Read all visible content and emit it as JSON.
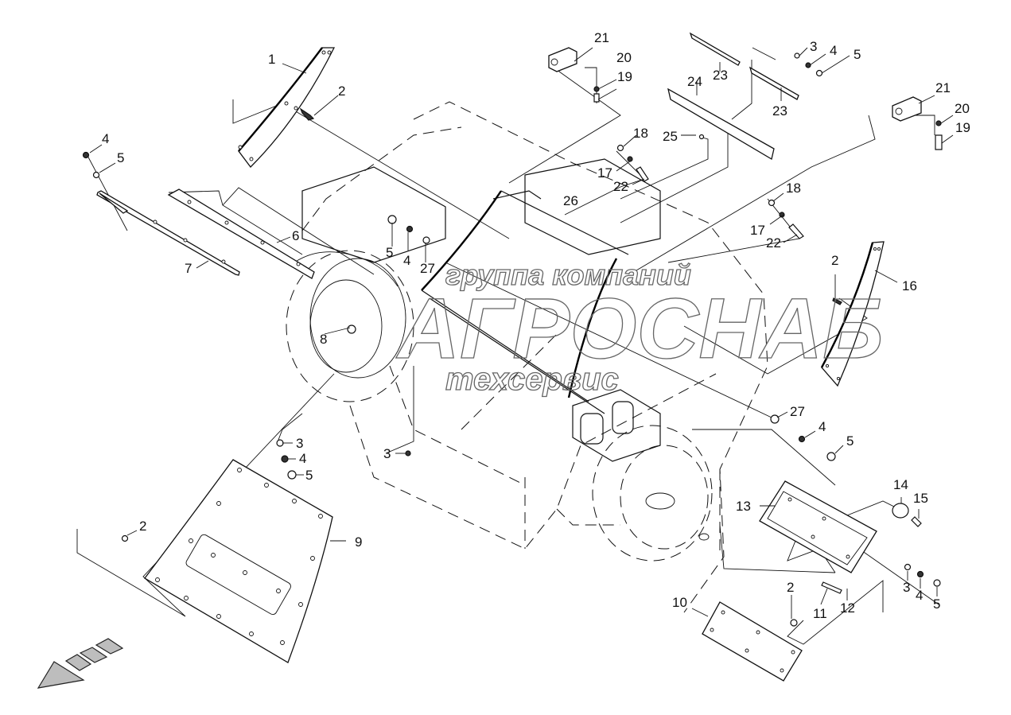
{
  "diagram": {
    "title": "Exploded parts diagram – chassis panels and fasteners",
    "watermark": {
      "line1": "группа компаний",
      "line2": "АГРОСНАБ",
      "line3": "техсервис"
    },
    "callouts": {
      "c1": "1",
      "c2a": "2",
      "c4a": "4",
      "c5a": "5",
      "c6": "6",
      "c7": "7",
      "c5b": "5",
      "c4b": "4",
      "c27a": "27",
      "c8": "8",
      "c21a": "21",
      "c20a": "20",
      "c19a": "19",
      "c23a": "23",
      "c23b": "23",
      "c24": "24",
      "c3a": "3",
      "c4c": "4",
      "c5c": "5",
      "c21b": "21",
      "c20b": "20",
      "c19b": "19",
      "c18a": "18",
      "c25": "25",
      "c17a": "17",
      "c22a": "22",
      "c26": "26",
      "c18b": "18",
      "c17b": "17",
      "c22b": "22",
      "c2b": "2",
      "c16": "16",
      "c27b": "27",
      "c4d": "4",
      "c5d": "5",
      "c3b": "3",
      "c4e": "4",
      "c5e": "5",
      "c3c": "3",
      "c2c": "2",
      "c9": "9",
      "c13": "13",
      "c14": "14",
      "c15": "15",
      "c3d": "3",
      "c4f": "4",
      "c5f": "5",
      "c2d": "2",
      "c11": "11",
      "c12": "12",
      "c10": "10"
    },
    "direction_arrow": "forward-direction-arrow"
  }
}
